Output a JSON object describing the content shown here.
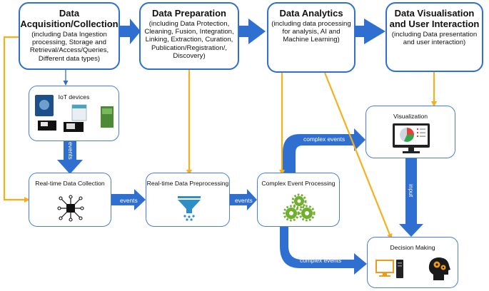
{
  "stages": [
    {
      "title": "Data Acquisition/Collection",
      "desc": "(including Data Ingestion processing, Storage and Retrieval/Access/Queries, Different data types)"
    },
    {
      "title": "Data Preparation",
      "desc": "(including Data Protection, Cleaning, Fusion, Integration, Linking, Extraction, Curation, Publication/Registration/, Discovery)"
    },
    {
      "title": "Data Analytics",
      "desc": "(including data processing for analysis, AI and Machine Learning)"
    },
    {
      "title": "Data Visualisation and User Interaction",
      "desc": "(including Data presentation and user interaction)"
    }
  ],
  "nodes": {
    "iot": "IoT devices",
    "collection": "Real-time Data Collection",
    "preprocessing": "Real-time Data Preprocessing",
    "cep": "Complex Event Processing",
    "visualization": "Visualization",
    "decision": "Decision Making"
  },
  "labels": {
    "events_down": "events",
    "events_1": "events",
    "events_2": "events",
    "complex_up": "complex events",
    "complex_down": "complex events",
    "input": "input"
  },
  "colors": {
    "blue": "#2f6fd0",
    "orange": "#f5b01f"
  }
}
